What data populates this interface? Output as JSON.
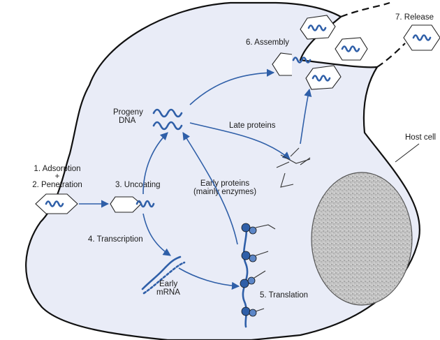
{
  "labels": {
    "adsorption": "1. Adsorption",
    "plus": "+",
    "penetration": "2. Penetration",
    "uncoating": "3. Uncoating",
    "transcription": "4. Transcription",
    "translation": "5. Translation",
    "assembly": "6. Assembly",
    "release": "7. Release",
    "progeny_line1": "Progeny",
    "progeny_line2": "DNA",
    "late_proteins": "Late proteins",
    "early_proteins_line1": "Early proteins",
    "early_proteins_line2": "(mainly enzymes)",
    "early_mrna_line1": "Early",
    "early_mrna_line2": "mRNA",
    "host_cell": "Host cell"
  },
  "colors": {
    "cytoplasm": "#e9ecf7",
    "arrow": "#2f5fa8",
    "dna": "#2f5fa8",
    "nucleus": "#b8b8b8"
  }
}
